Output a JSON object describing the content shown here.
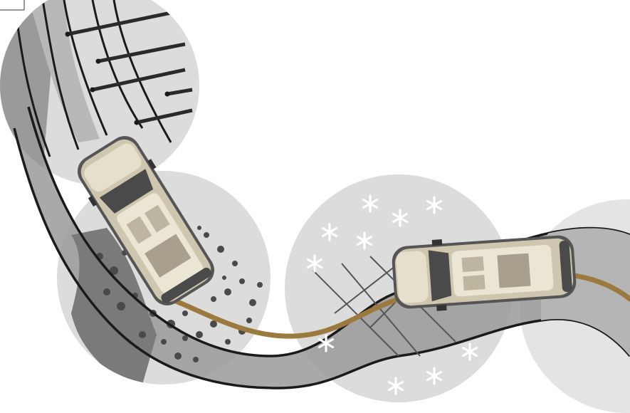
{
  "illustration": {
    "colors": {
      "background": "#ffffff",
      "circle_fill": "#dcdcdc",
      "road_fill": "#9a9a9a",
      "road_edge": "#1a1a1a",
      "road_band": "#b8b8b8",
      "path_line": "#9b7a3c",
      "vehicle_body": "#cfc6b0",
      "vehicle_roof": "#ebe5d3",
      "vehicle_glass": "#4a4a4a",
      "dots": "#4a4a4a",
      "snowflake": "#ffffff"
    },
    "terrain_zones": [
      "mud-gravel",
      "rocky",
      "snow",
      "sand"
    ],
    "icons": [
      "snowflake-icon"
    ]
  }
}
